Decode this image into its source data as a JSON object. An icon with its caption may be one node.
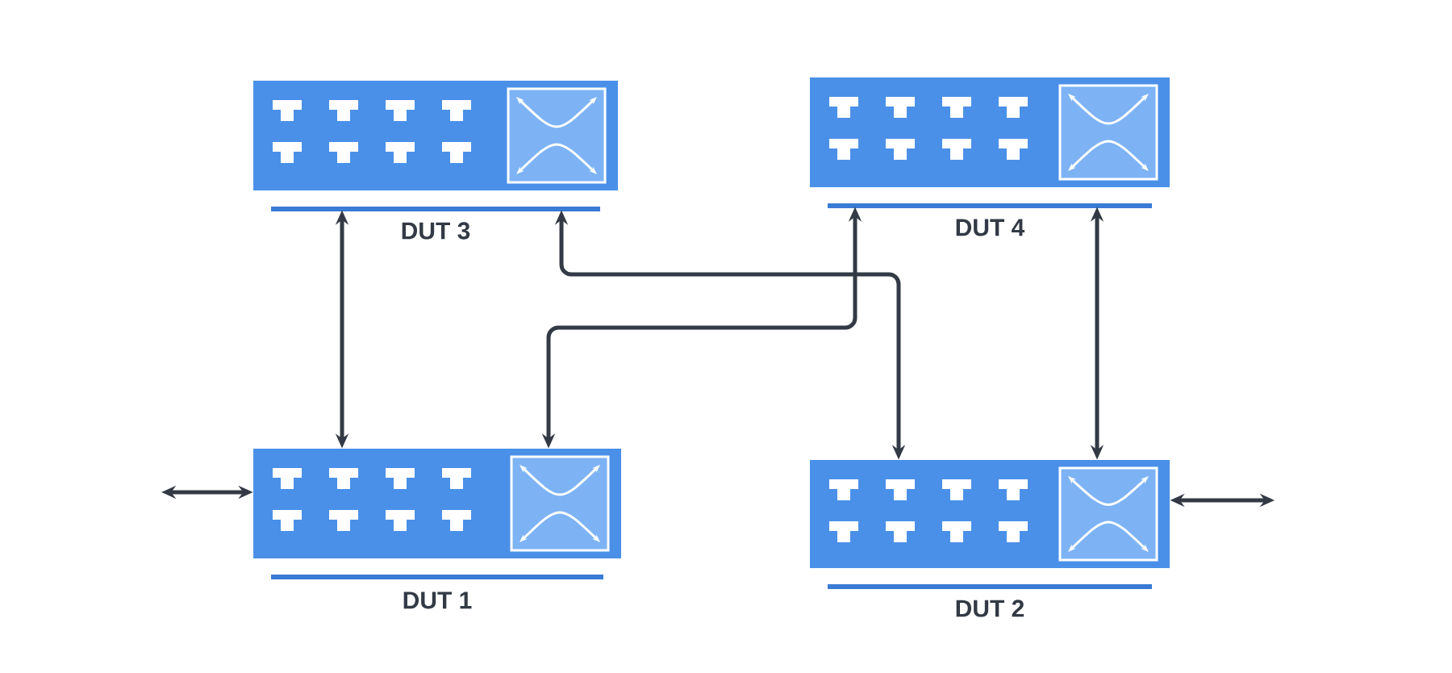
{
  "diagram": {
    "nodes": [
      {
        "text": [
          "DUT 3"
        ]
      },
      {
        "text": [
          "DUT 4"
        ]
      },
      {
        "text": [
          "DUT 1"
        ]
      },
      {
        "text": [
          "DUT 2"
        ]
      }
    ],
    "edges": [
      {
        "from": 0,
        "to": 2,
        "arrow": "both"
      },
      {
        "from": 1,
        "to": 2,
        "arrow": "both"
      },
      {
        "from": 0,
        "to": 3,
        "arrow": "both"
      },
      {
        "from": 1,
        "to": 3,
        "arrow": "both"
      },
      {
        "from": null,
        "to": 2,
        "arrow": "both"
      },
      {
        "from": null,
        "to": 3,
        "arrow": "both"
      }
    ]
  }
}
